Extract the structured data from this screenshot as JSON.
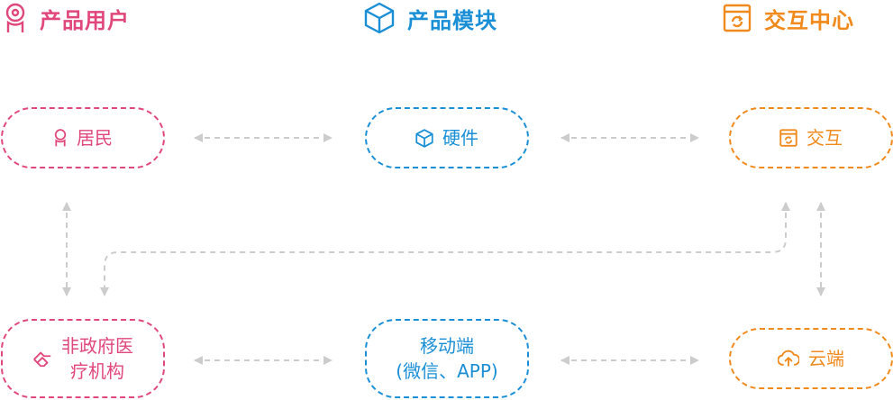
{
  "colors": {
    "pink": "#e0477a",
    "blue": "#1a8fd6",
    "orange": "#f08a1c",
    "link": "#cccccc"
  },
  "headers": {
    "users": {
      "label": "产品用户",
      "icon": "user-icon"
    },
    "module": {
      "label": "产品模块",
      "icon": "cube-icon"
    },
    "center": {
      "label": "交互中心",
      "icon": "window-refresh-icon"
    }
  },
  "nodes": {
    "resident": {
      "label": "居民",
      "icon": "user-icon"
    },
    "hardware": {
      "label": "硬件",
      "icon": "cube-icon"
    },
    "interaction": {
      "label": "交互",
      "icon": "window-refresh-icon"
    },
    "ngo": {
      "line1": "非政府医",
      "line2": "疗机构",
      "icon": "handshake-icon"
    },
    "mobile": {
      "line1": "移动端",
      "line2": "(微信、APP)"
    },
    "cloud": {
      "label": "云端",
      "icon": "cloud-upload-icon"
    }
  }
}
